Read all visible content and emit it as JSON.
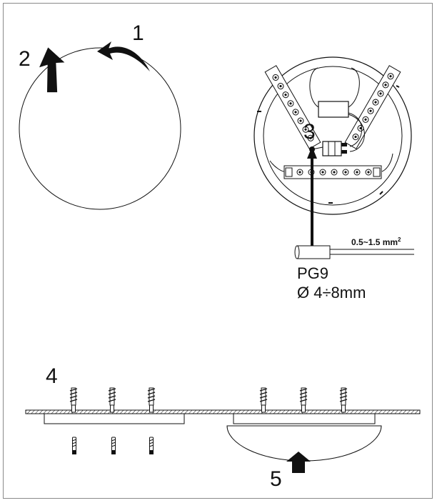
{
  "steps": {
    "s1": "1",
    "s2": "2",
    "s3": "3",
    "s4": "4",
    "s5": "5"
  },
  "cable": {
    "wire_size": "0.5~1.5 mm",
    "wire_size_sup": "2",
    "gland": "PG9",
    "diameter": "Ø 4÷8mm"
  },
  "colors": {
    "line": "#111111",
    "frame": "#8a8a8a"
  }
}
